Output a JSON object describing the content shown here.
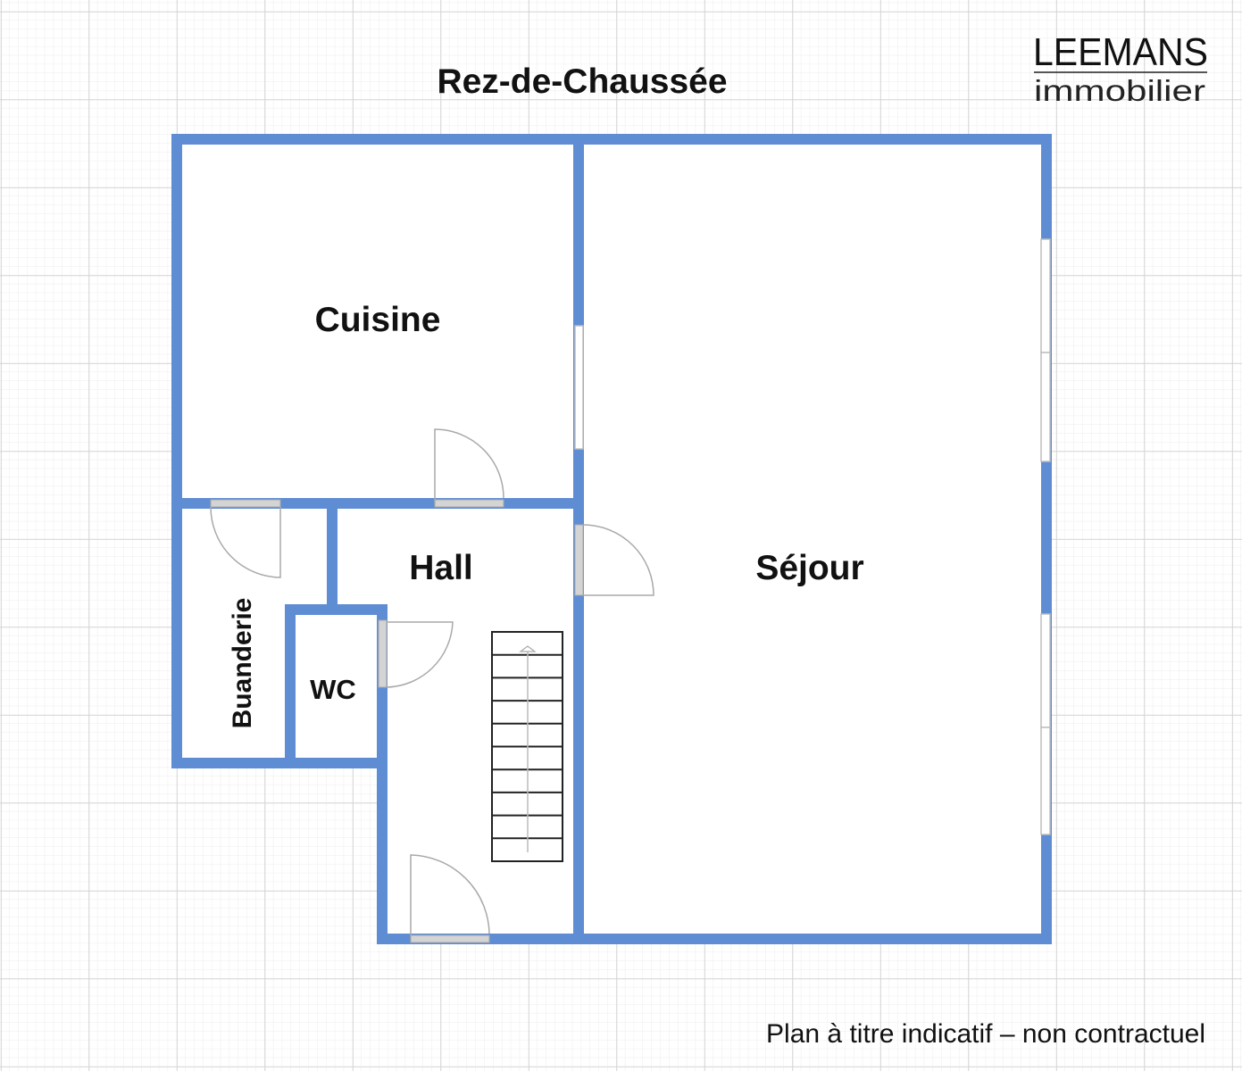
{
  "title": "Rez-de-Chaussée",
  "logo": {
    "brand": "LEEMANS",
    "subtitle": "immobilier",
    "accent_color": "#2b7cc4"
  },
  "rooms": {
    "cuisine": "Cuisine",
    "sejour": "Séjour",
    "hall": "Hall",
    "buanderie": "Buanderie",
    "wc": "WC"
  },
  "footer": "Plan à titre indicatif – non contractuel",
  "colors": {
    "wall": "#5f8dd3",
    "grid_minor": "#ececec",
    "grid_major": "#cfcfcf"
  }
}
